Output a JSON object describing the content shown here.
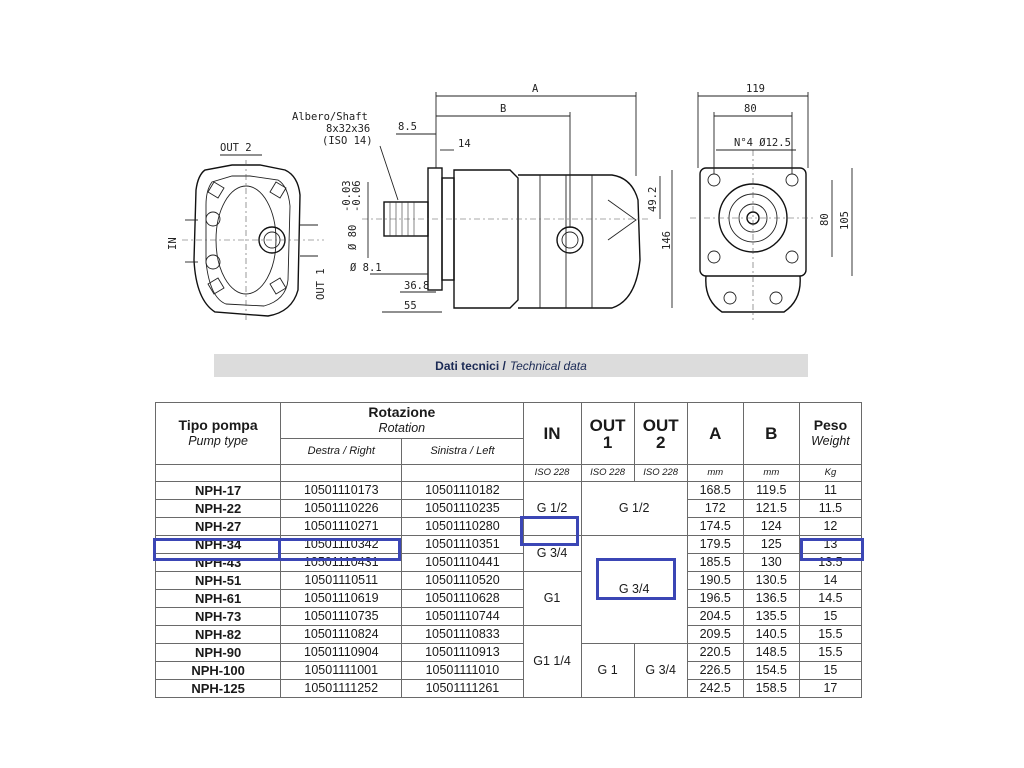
{
  "drawing": {
    "labels": {
      "out2": "OUT 2",
      "in": "IN",
      "out1": "OUT 1",
      "shaft_line1": "Albero/Shaft",
      "shaft_line2": "8x32x36",
      "shaft_line3": "(ISO 14)",
      "dim_a": "A",
      "dim_b": "B",
      "dim_85": "8.5",
      "dim_14": "14",
      "dim_80_tol1": "Ø 80",
      "dim_80_tol2": "-0.03",
      "dim_80_tol3": "-0.06",
      "dim_81": "Ø 8.1",
      "dim_368": "36.8",
      "dim_55": "55",
      "dim_492": "49.2",
      "dim_146": "146",
      "dim_119": "119",
      "dim_80_top": "80",
      "dim_holes": "N°4 Ø12.5",
      "dim_80_side": "80",
      "dim_105": "105"
    }
  },
  "section": {
    "title_bold": "Dati tecnici /",
    "title_italic": "Technical data"
  },
  "table": {
    "header": {
      "type_it": "Tipo pompa",
      "type_en": "Pump type",
      "rot_it": "Rotazione",
      "rot_en": "Rotation",
      "right": "Destra / Right",
      "left": "Sinistra / Left",
      "in": "IN",
      "out1_a": "OUT",
      "out1_b": "1",
      "out2_a": "OUT",
      "out2_b": "2",
      "a": "A",
      "b": "B",
      "weight_it": "Peso",
      "weight_en": "Weight",
      "iso_in": "ISO 228",
      "iso_out1": "ISO 228",
      "iso_out2": "ISO 228",
      "unit_a": "mm",
      "unit_b": "mm",
      "unit_w": "Kg"
    },
    "rows": [
      {
        "type": "NPH-17",
        "right": "10501110173",
        "left": "10501110182",
        "a": "168.5",
        "b": "119.5",
        "w": "11"
      },
      {
        "type": "NPH-22",
        "right": "10501110226",
        "left": "10501110235",
        "a": "172",
        "b": "121.5",
        "w": "11.5"
      },
      {
        "type": "NPH-27",
        "right": "10501110271",
        "left": "10501110280",
        "a": "174.5",
        "b": "124",
        "w": "12"
      },
      {
        "type": "NPH-34",
        "right": "10501110342",
        "left": "10501110351",
        "a": "179.5",
        "b": "125",
        "w": "13"
      },
      {
        "type": "NPH-43",
        "right": "10501110431",
        "left": "10501110441",
        "a": "185.5",
        "b": "130",
        "w": "13.5"
      },
      {
        "type": "NPH-51",
        "right": "10501110511",
        "left": "10501110520",
        "a": "190.5",
        "b": "130.5",
        "w": "14"
      },
      {
        "type": "NPH-61",
        "right": "10501110619",
        "left": "10501110628",
        "a": "196.5",
        "b": "136.5",
        "w": "14.5"
      },
      {
        "type": "NPH-73",
        "right": "10501110735",
        "left": "10501110744",
        "a": "204.5",
        "b": "135.5",
        "w": "15"
      },
      {
        "type": "NPH-82",
        "right": "10501110824",
        "left": "10501110833",
        "a": "209.5",
        "b": "140.5",
        "w": "15.5"
      },
      {
        "type": "NPH-90",
        "right": "10501110904",
        "left": "10501110913",
        "a": "220.5",
        "b": "148.5",
        "w": "15.5"
      },
      {
        "type": "NPH-100",
        "right": "10501111001",
        "left": "10501111010",
        "a": "226.5",
        "b": "154.5",
        "w": "15"
      },
      {
        "type": "NPH-125",
        "right": "10501111252",
        "left": "10501111261",
        "a": "242.5",
        "b": "158.5",
        "w": "17"
      }
    ],
    "ports": {
      "in_g1": "G 1/2",
      "in_g2": "G 3/4",
      "in_g3": "G1",
      "in_g4": "G1 1/4",
      "out_g1": "G 1/2",
      "out_g2": "G 3/4",
      "out1_g3": "G 1",
      "out2_g3": "G 3/4"
    }
  },
  "highlight_color": "#3b46b5"
}
